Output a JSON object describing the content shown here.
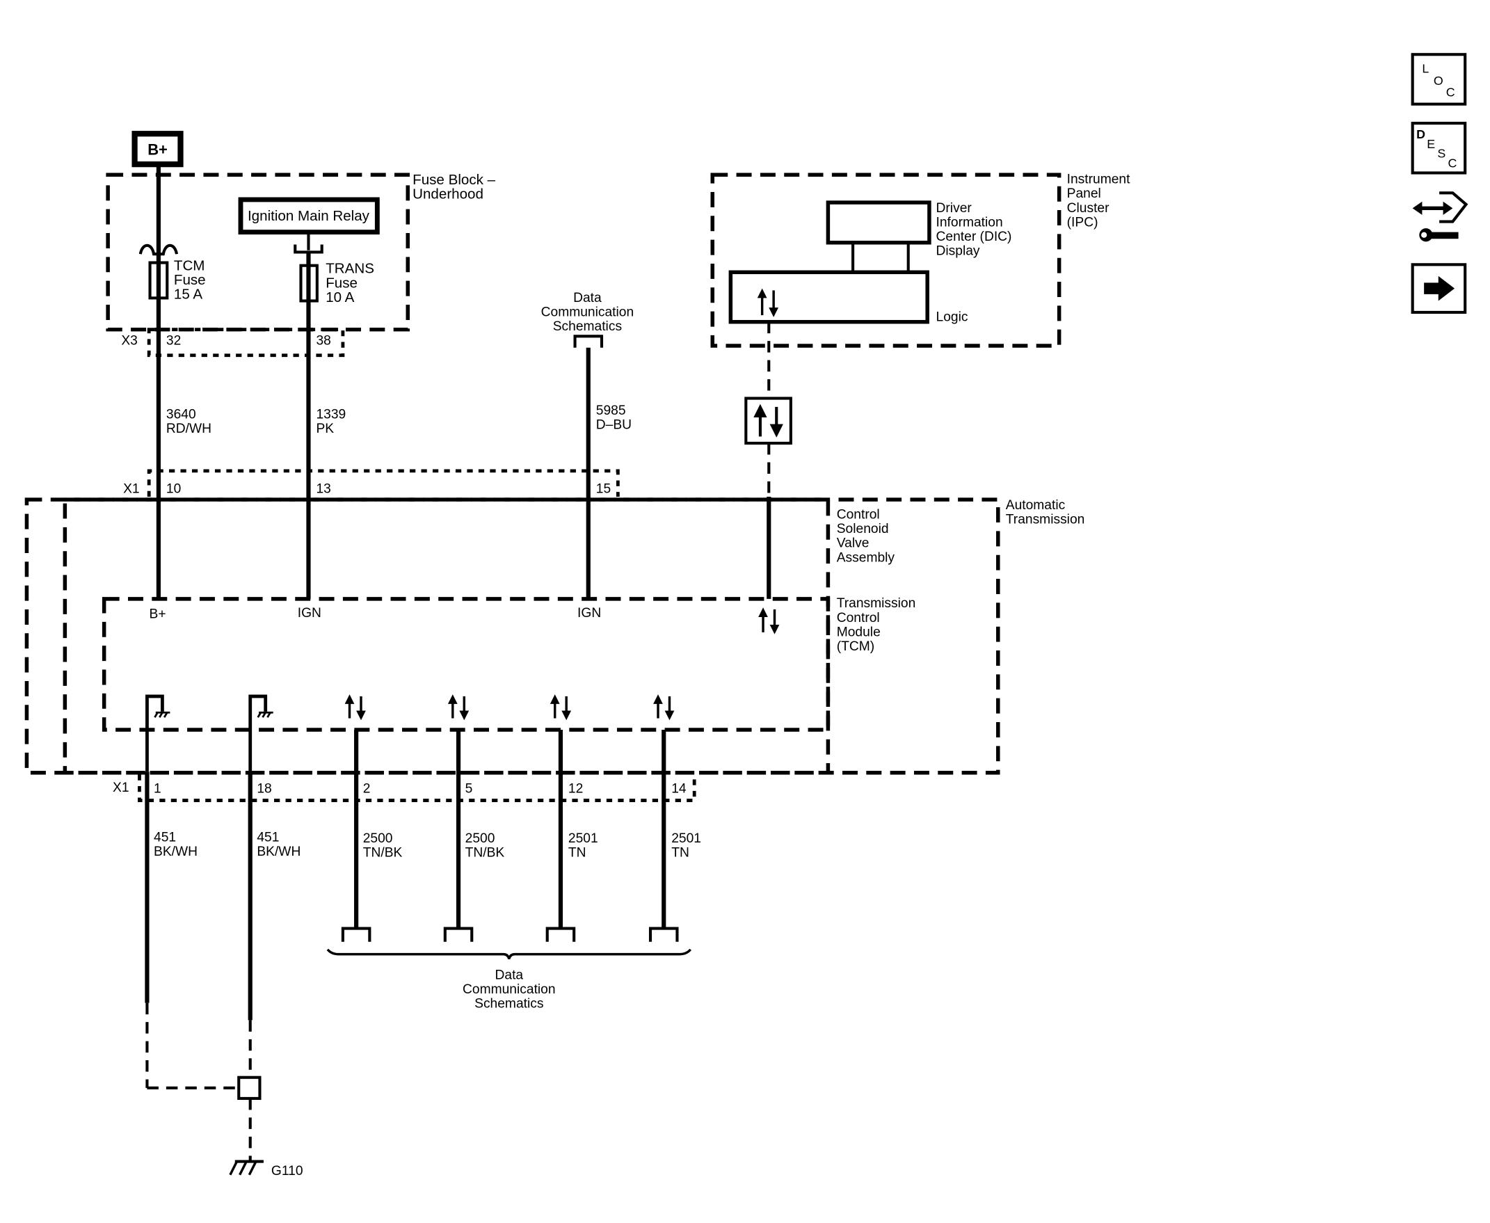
{
  "power": {
    "bplus_label": "B+"
  },
  "fuse_block": {
    "title_line1": "Fuse Block –",
    "title_line2": "Underhood",
    "relay_label": "Ignition Main Relay",
    "tcm_fuse": {
      "l1": "TCM",
      "l2": "Fuse",
      "l3": "15 A"
    },
    "trans_fuse": {
      "l1": "TRANS",
      "l2": "Fuse",
      "l3": "10 A"
    },
    "connector": "X3",
    "pin_a": "32",
    "pin_b": "38"
  },
  "data_comm_top": {
    "l1": "Data",
    "l2": "Communication",
    "l3": "Schematics"
  },
  "wires_top": [
    {
      "circuit": "3640",
      "color": "RD/WH"
    },
    {
      "circuit": "1339",
      "color": "PK"
    },
    {
      "circuit": "5985",
      "color": "D–BU"
    }
  ],
  "ipc": {
    "title_l1": "Instrument",
    "title_l2": "Panel",
    "title_l3": "Cluster",
    "title_l4": "(IPC)",
    "dic_l1": "Driver",
    "dic_l2": "Information",
    "dic_l3": "Center (DIC)",
    "dic_l4": "Display",
    "logic": "Logic"
  },
  "x1_top": {
    "connector": "X1",
    "pins": [
      "10",
      "13",
      "15"
    ]
  },
  "auto_trans": {
    "l1": "Automatic",
    "l2": "Transmission"
  },
  "solenoid": {
    "l1": "Control",
    "l2": "Solenoid",
    "l3": "Valve",
    "l4": "Assembly"
  },
  "tcm": {
    "l1": "Transmission",
    "l2": "Control",
    "l3": "Module",
    "l4": "(TCM)",
    "term_bplus": "B+",
    "term_ign1": "IGN",
    "term_ign2": "IGN"
  },
  "x1_bottom": {
    "connector": "X1",
    "pins": [
      "1",
      "18",
      "2",
      "5",
      "12",
      "14"
    ]
  },
  "wires_bottom": [
    {
      "circuit": "451",
      "color": "BK/WH"
    },
    {
      "circuit": "451",
      "color": "BK/WH"
    },
    {
      "circuit": "2500",
      "color": "TN/BK"
    },
    {
      "circuit": "2500",
      "color": "TN/BK"
    },
    {
      "circuit": "2501",
      "color": "TN"
    },
    {
      "circuit": "2501",
      "color": "TN"
    }
  ],
  "data_comm_bottom": {
    "l1": "Data",
    "l2": "Communication",
    "l3": "Schematics"
  },
  "ground": {
    "label": "G110"
  },
  "side_icons": [
    {
      "name": "loc-icon",
      "letters": [
        "L",
        "O",
        "C"
      ]
    },
    {
      "name": "desc-icon",
      "letters": [
        "D",
        "E",
        "S",
        "C"
      ]
    },
    {
      "name": "connector-wrench-icon"
    },
    {
      "name": "next-arrow-icon"
    }
  ]
}
